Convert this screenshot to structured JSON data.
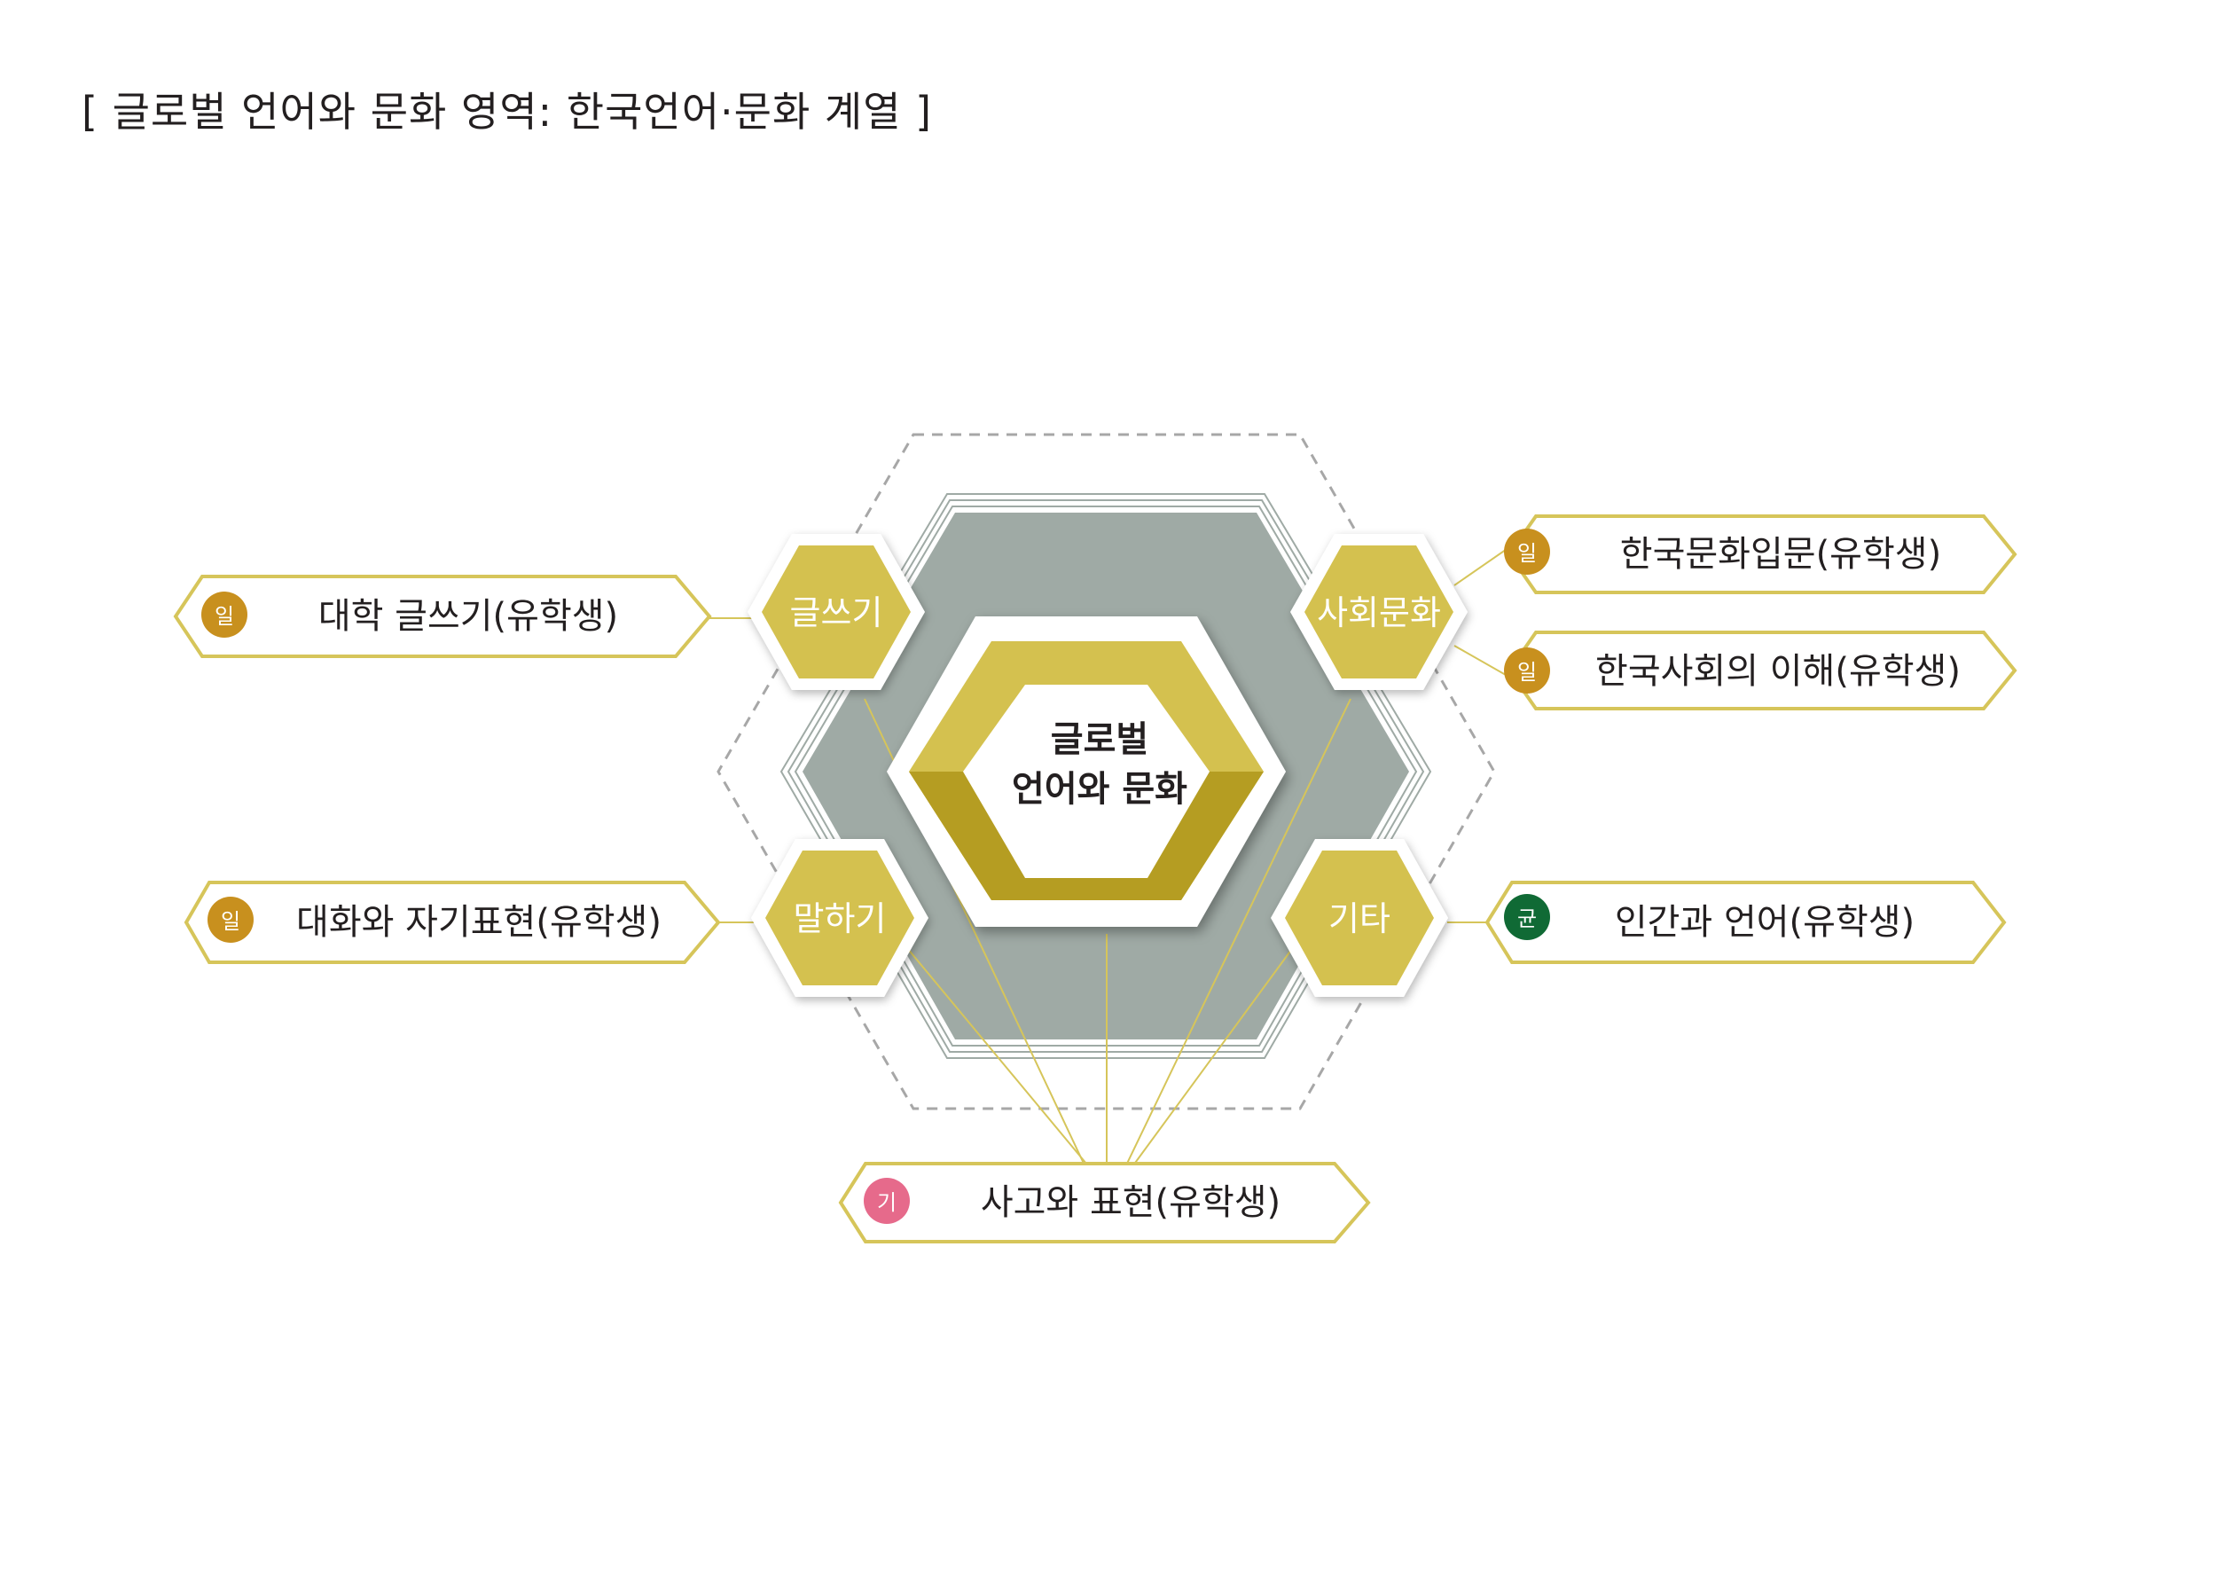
{
  "title": "[ 글로벌 언어와 문화 영역: 한국언어·문화 계열 ]",
  "center": {
    "line1": "글로벌",
    "line2": "언어와 문화"
  },
  "categories": {
    "writing": "글쓰기",
    "society": "사회문화",
    "speaking": "말하기",
    "other": "기타"
  },
  "courses": {
    "writing_univ": {
      "badge": "일",
      "label": "대학 글쓰기(유학생)"
    },
    "speaking_dialog": {
      "badge": "일",
      "label": "대화와 자기표현(유학생)"
    },
    "korea_intro": {
      "badge": "일",
      "label": "한국문화입문(유학생)"
    },
    "korea_society": {
      "badge": "일",
      "label": "한국사회의 이해(유학생)"
    },
    "human_language": {
      "badge": "균",
      "label": "인간과 언어(유학생)"
    },
    "thinking_expression": {
      "badge": "기",
      "label": "사고와 표현(유학생)"
    }
  },
  "colors": {
    "gold_fill": "#d4c14f",
    "gold_stroke": "#d6c55a",
    "gold_dark": "#b59d22",
    "gray_hex": "#9faaa5",
    "badge_il": "#c8901e",
    "badge_gyun": "#106a35",
    "badge_gi": "#e66a8b"
  }
}
